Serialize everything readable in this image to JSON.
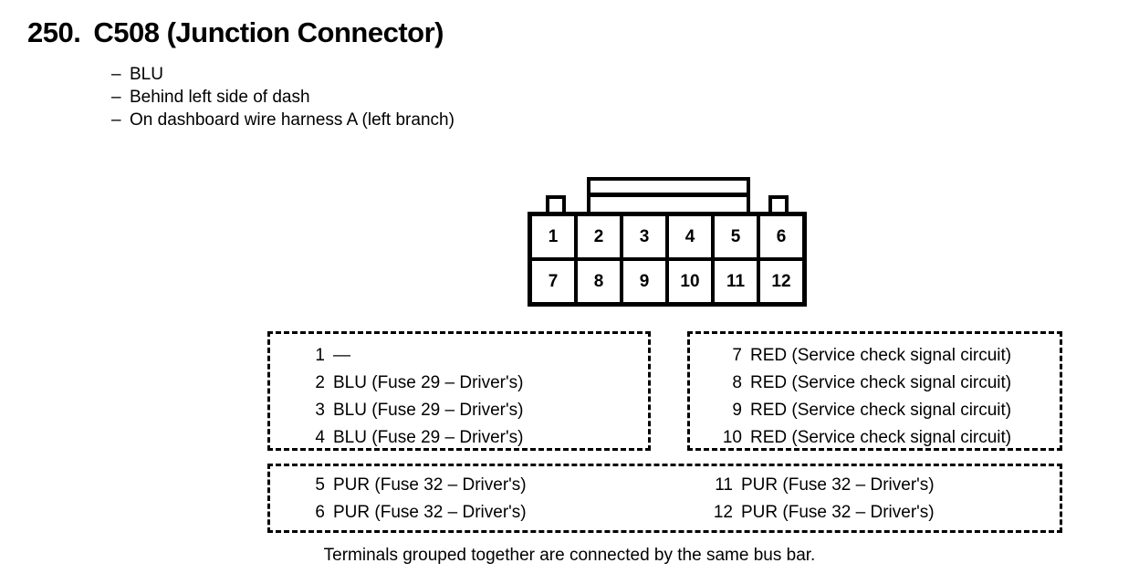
{
  "page": {
    "title_number": "250.",
    "title_text": "C508 (Junction Connector)"
  },
  "location_notes": [
    {
      "dash": "–",
      "text": "BLU"
    },
    {
      "dash": "–",
      "text": "Behind left side of dash"
    },
    {
      "dash": "–",
      "text": "On dashboard wire harness A (left branch)"
    }
  ],
  "connector": {
    "name": "C508",
    "cavity_count": 12,
    "top_row": [
      "1",
      "2",
      "3",
      "4",
      "5",
      "6"
    ],
    "bottom_row": [
      "7",
      "8",
      "9",
      "10",
      "11",
      "12"
    ]
  },
  "terminal_groups": {
    "group_a": {
      "terminals": [
        {
          "number": "1",
          "description": "—"
        },
        {
          "number": "2",
          "description": "BLU (Fuse 29 – Driver's)"
        },
        {
          "number": "3",
          "description": "BLU (Fuse 29 – Driver's)"
        },
        {
          "number": "4",
          "description": "BLU (Fuse 29 – Driver's)"
        }
      ]
    },
    "group_b": {
      "terminals": [
        {
          "number": "7",
          "description": "RED (Service check signal circuit)"
        },
        {
          "number": "8",
          "description": "RED (Service check signal circuit)"
        },
        {
          "number": "9",
          "description": "RED (Service check signal circuit)"
        },
        {
          "number": "10",
          "description": "RED (Service check signal circuit)"
        }
      ]
    },
    "group_c": {
      "left_terminals": [
        {
          "number": "5",
          "description": "PUR (Fuse 32 – Driver's)"
        },
        {
          "number": "6",
          "description": "PUR (Fuse 32 – Driver's)"
        }
      ],
      "right_terminals": [
        {
          "number": "11",
          "description": "PUR (Fuse 32 – Driver's)"
        },
        {
          "number": "12",
          "description": "PUR (Fuse 32 – Driver's)"
        }
      ]
    }
  },
  "footnote": "Terminals grouped together are connected by the same bus bar.",
  "colors": {
    "ink": "#000000",
    "paper": "#ffffff"
  }
}
